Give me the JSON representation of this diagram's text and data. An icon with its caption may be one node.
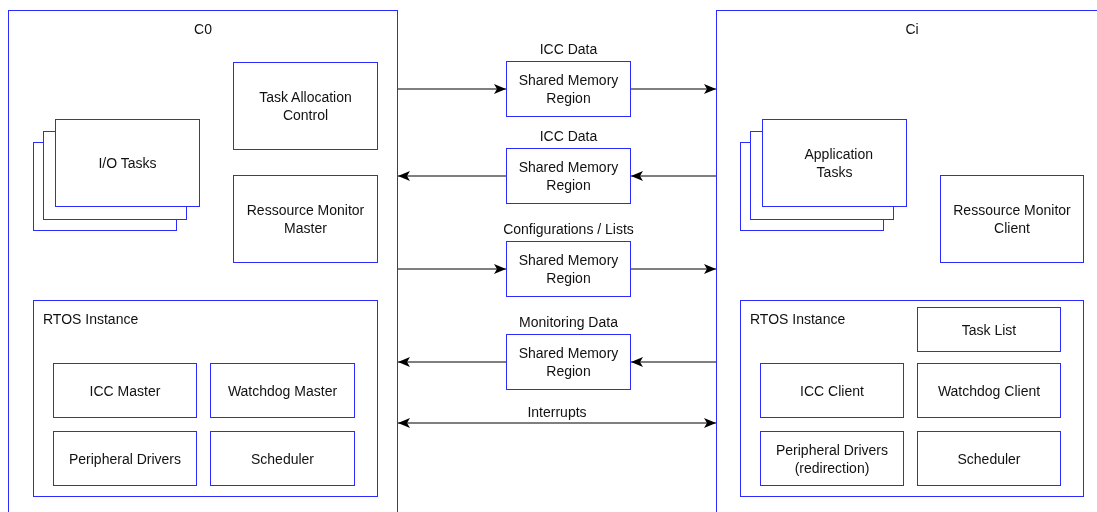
{
  "diagram": {
    "nodes": [
      {
        "text": [
          "C0"
        ]
      },
      {
        "text": [
          "Task Allocation Control"
        ],
        "in": 0
      },
      {
        "text": [
          "I/O Tasks"
        ],
        "in": 0
      },
      {
        "text": [
          "Ressource Monitor Master"
        ],
        "in": 0
      },
      {
        "text": [
          "RTOS Instance"
        ],
        "in": 0
      },
      {
        "text": [
          "ICC Master"
        ],
        "in": 4
      },
      {
        "text": [
          "Watchdog Master"
        ],
        "in": 4
      },
      {
        "text": [
          "Peripheral Drivers"
        ],
        "in": 4
      },
      {
        "text": [
          "Scheduler"
        ],
        "in": 4
      },
      {
        "text": [
          "Ci"
        ]
      },
      {
        "text": [
          "Application Tasks"
        ],
        "in": 9
      },
      {
        "text": [
          "Ressource Monitor Client"
        ],
        "in": 9
      },
      {
        "text": [
          "RTOS Instance"
        ],
        "in": 9
      },
      {
        "text": [
          "Task List"
        ],
        "in": 12
      },
      {
        "text": [
          "ICC Client"
        ],
        "in": 12
      },
      {
        "text": [
          "Watchdog Client"
        ],
        "in": 12
      },
      {
        "text": [
          "Peripheral Drivers (redirection)"
        ],
        "in": 12
      },
      {
        "text": [
          "Scheduler"
        ],
        "in": 12
      },
      {
        "text": [
          "Shared Memory Region"
        ],
        "beside": [
          "ICC Data"
        ]
      },
      {
        "text": [
          "Shared Memory Region"
        ],
        "beside": [
          "ICC Data"
        ]
      },
      {
        "text": [
          "Shared Memory Region"
        ],
        "beside": [
          "Configurations / Lists"
        ]
      },
      {
        "text": [
          "Shared Memory Region"
        ],
        "beside": [
          "Monitoring Data"
        ]
      }
    ],
    "edges": [
      {
        "from": 0,
        "to": 18,
        "arrow": "to"
      },
      {
        "from": 18,
        "to": 9,
        "arrow": "to"
      },
      {
        "from": 9,
        "to": 19,
        "arrow": "to"
      },
      {
        "from": 19,
        "to": 0,
        "arrow": "to"
      },
      {
        "from": 0,
        "to": 20,
        "arrow": "to"
      },
      {
        "from": 20,
        "to": 9,
        "arrow": "to"
      },
      {
        "from": 9,
        "to": 21,
        "arrow": "to"
      },
      {
        "from": 21,
        "to": 0,
        "arrow": "to"
      },
      {
        "from": 0,
        "to": 9,
        "arrow": "both",
        "label": "Interrupts"
      }
    ]
  }
}
